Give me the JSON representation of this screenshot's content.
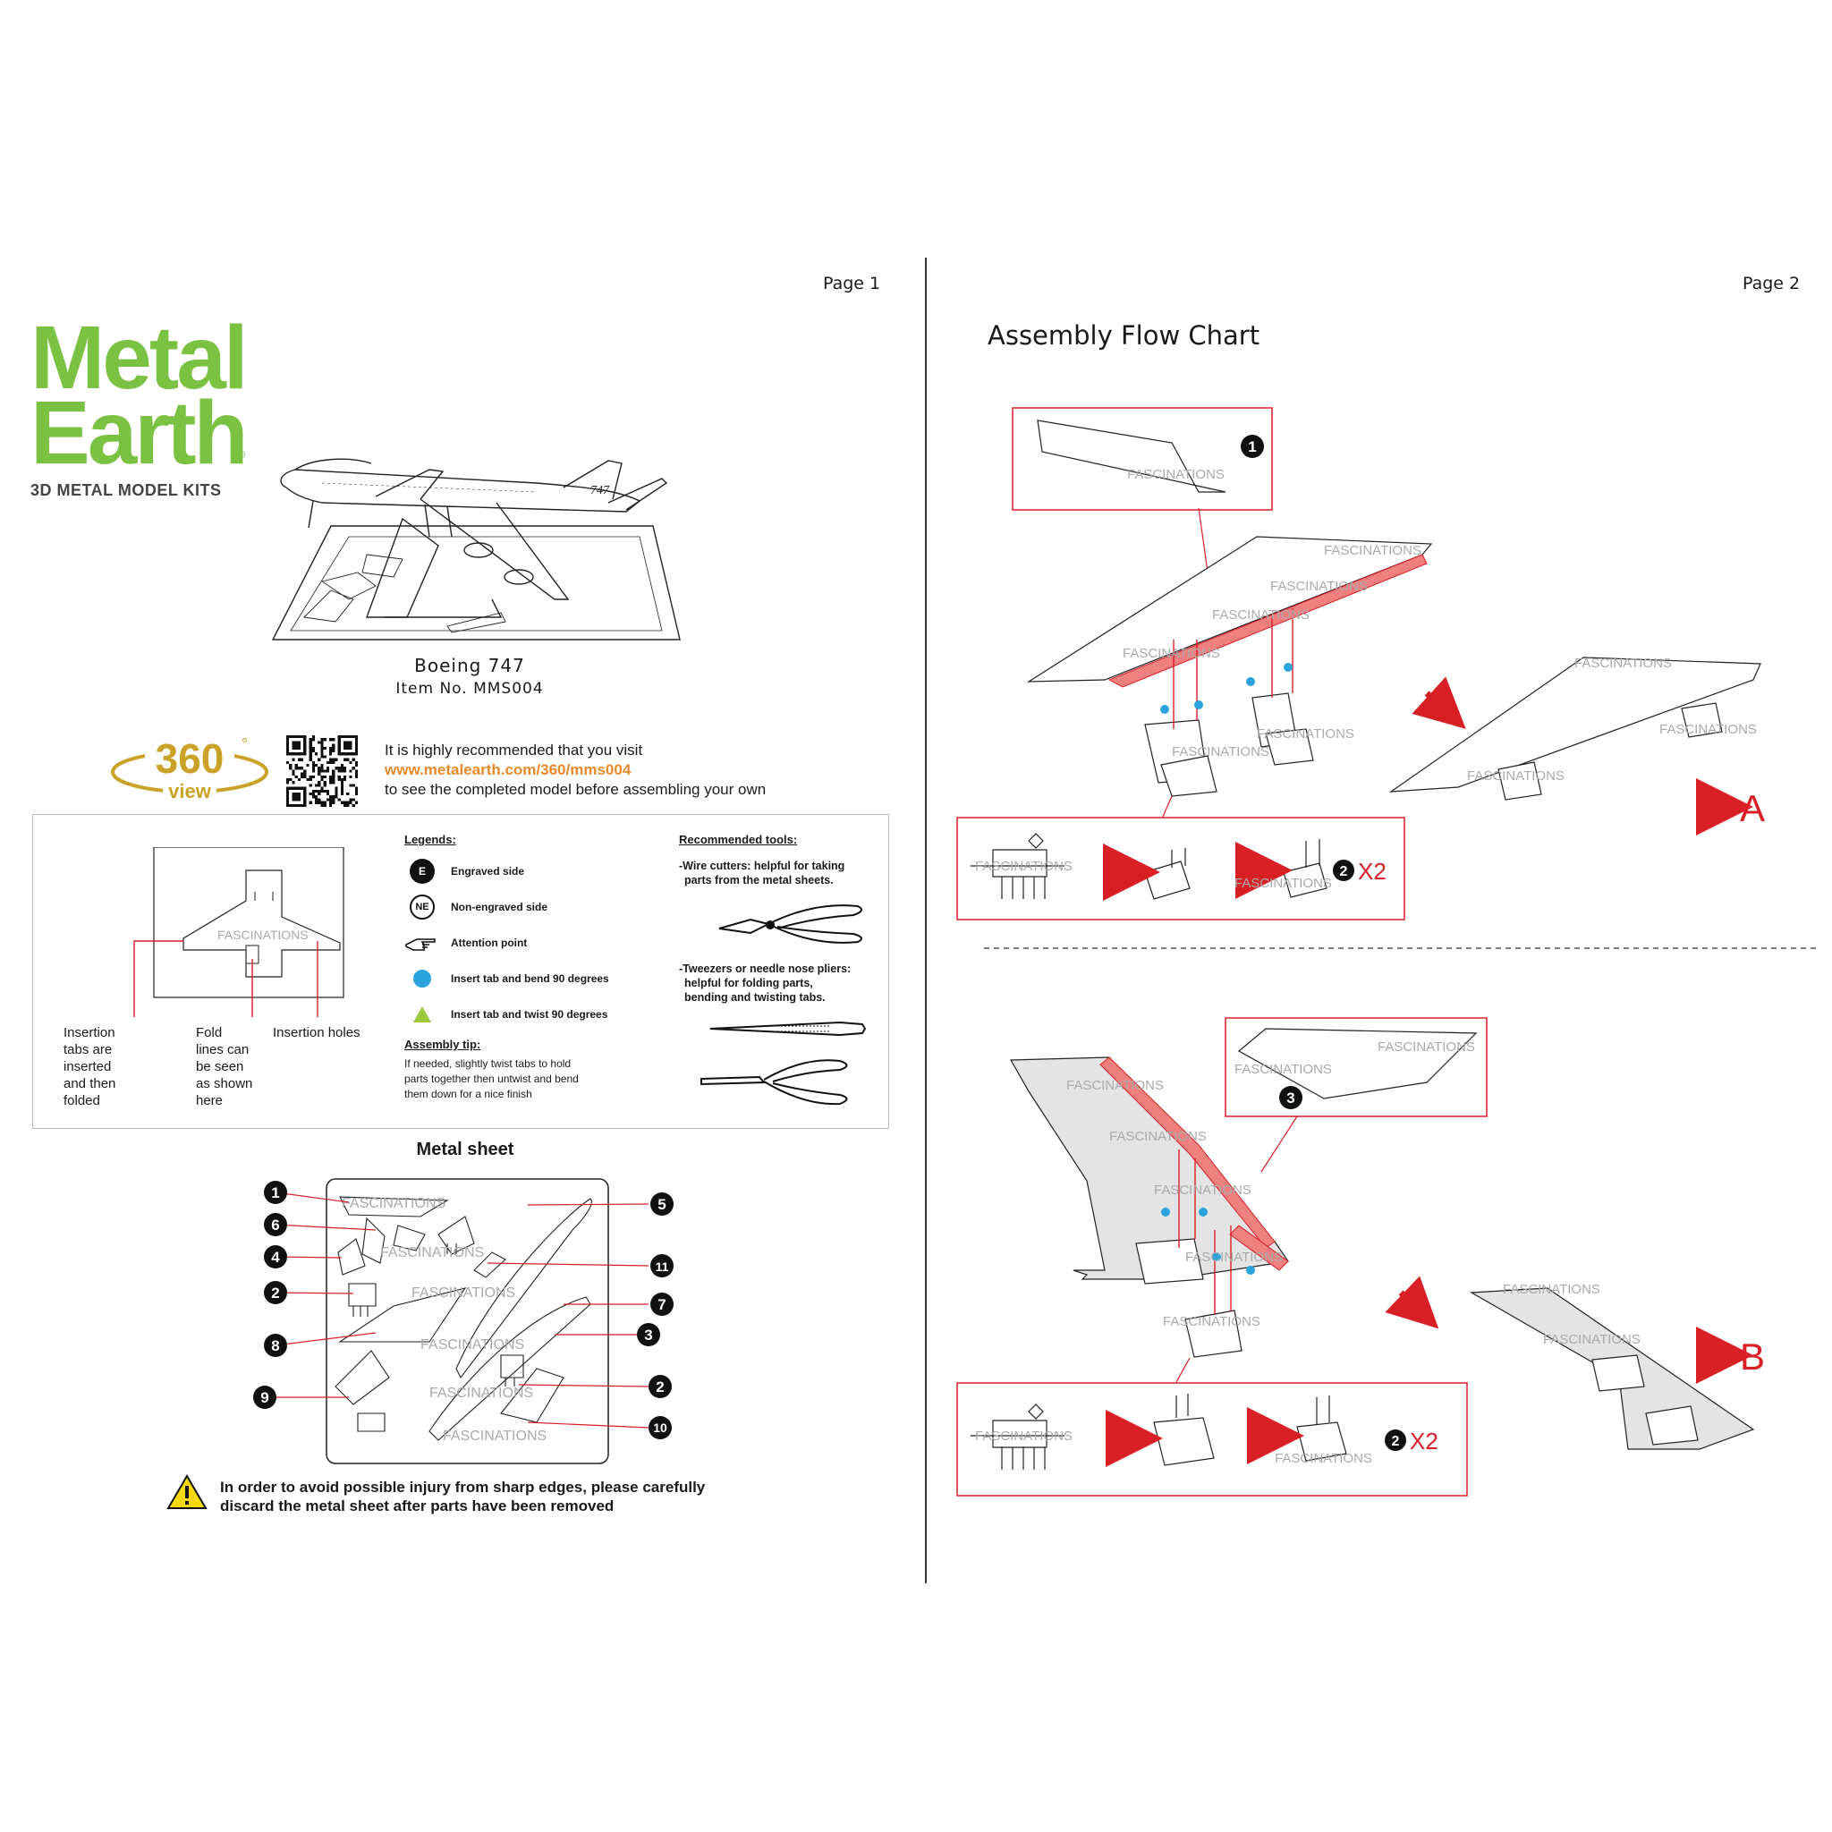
{
  "page1": {
    "page_label": "Page 1",
    "brand": {
      "line1": "Metal",
      "line2": "Earth",
      "registered": "®",
      "tagline": "3D METAL MODEL KITS",
      "primary_color": "#7cc242"
    },
    "model": {
      "name": "Boeing 747",
      "item_no": "Item No. MMS004",
      "tail_text": "747"
    },
    "view360": {
      "number": "360",
      "degree": "°",
      "word": "view",
      "color": "#c9a227"
    },
    "visit": {
      "line1": "It is highly recommended that you visit",
      "url": "www.metalearth.com/360/mms004",
      "line3": "to see the completed model before assembling your own"
    },
    "annotations": {
      "insertion_tabs": [
        "Insertion",
        "tabs are",
        "inserted",
        "and then",
        "folded"
      ],
      "fold_lines": [
        "Fold",
        "lines can",
        "be seen",
        "as shown",
        "here"
      ],
      "insertion_holes": "Insertion holes"
    },
    "legends": {
      "title": "Legends:",
      "items": [
        {
          "icon": "engraved-badge",
          "badge": "E",
          "label": "Engraved side"
        },
        {
          "icon": "non-engraved-badge",
          "badge": "NE",
          "label": "Non-engraved side"
        },
        {
          "icon": "pointing-hand-icon",
          "label": "Attention point"
        },
        {
          "icon": "blue-dot-icon",
          "label": "Insert tab and bend 90 degrees",
          "color": "#2aa3dc"
        },
        {
          "icon": "green-triangle-icon",
          "label": "Insert tab and twist 90 degrees",
          "color": "#9bc93b"
        }
      ],
      "tip_title": "Assembly tip:",
      "tip_text": [
        "If needed, slightly twist tabs to hold",
        "parts together then untwist and bend",
        "them down for a nice finish"
      ]
    },
    "tools": {
      "title": "Recommended tools:",
      "wire_cutters": [
        "-Wire cutters: helpful for taking",
        "parts from the metal sheets."
      ],
      "tweezers": [
        "-Tweezers or needle nose pliers:",
        "helpful for folding parts,",
        "bending and twisting tabs."
      ]
    },
    "watermark": "FASCINATIONS",
    "sheet": {
      "title": "Metal sheet",
      "left_callouts": [
        "1",
        "6",
        "4",
        "2",
        "8",
        "9"
      ],
      "right_callouts": [
        "5",
        "11",
        "7",
        "3",
        "2",
        "10"
      ]
    },
    "warning": {
      "line1": "In order to avoid possible injury from sharp edges, please carefully",
      "line2": "discard the metal sheet after parts have been removed"
    }
  },
  "page2": {
    "page_label": "Page 2",
    "title": "Assembly Flow Chart",
    "step1_part": "1",
    "step1_sub_part": "2",
    "step1_multiplier": "X2",
    "step1_result": "A",
    "step2_part": "3",
    "step2_sub_part": "2",
    "step2_multiplier": "X2",
    "step2_result": "B",
    "accent_red": "#d81f26",
    "highlight_red": "#f08080"
  }
}
